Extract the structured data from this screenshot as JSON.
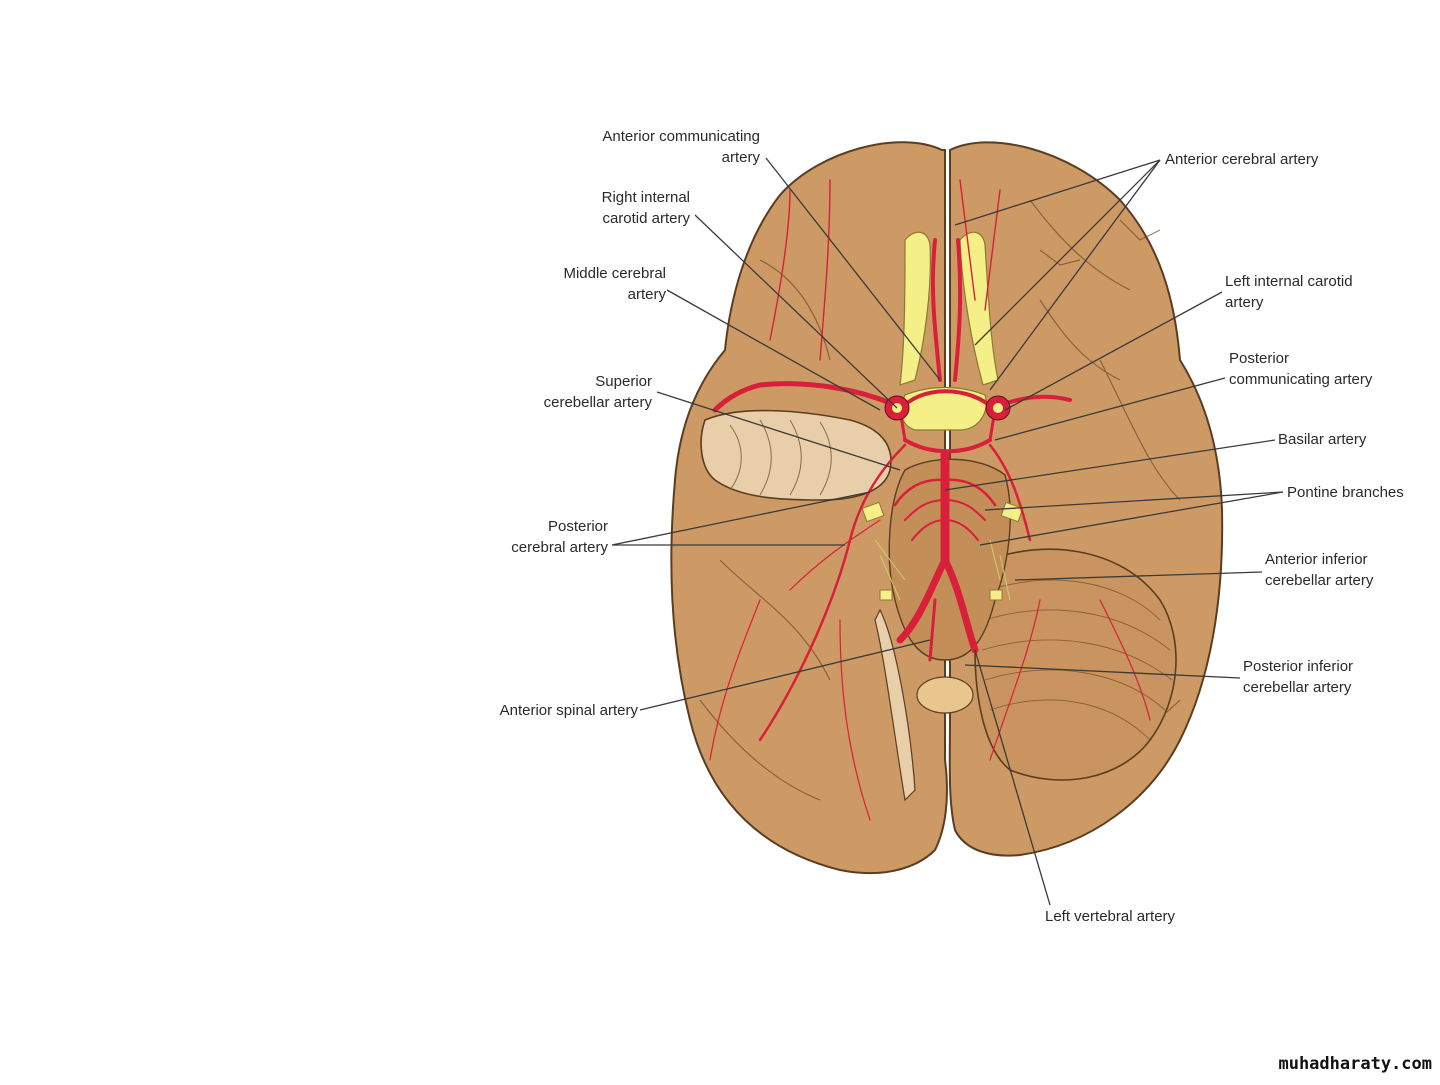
{
  "labels": {
    "anterior_communicating": [
      "Anterior communicating",
      "artery"
    ],
    "right_internal_carotid": [
      "Right internal",
      "carotid artery"
    ],
    "middle_cerebral": [
      "Middle cerebral",
      "artery"
    ],
    "superior_cerebellar": [
      "Superior",
      "cerebellar artery"
    ],
    "posterior_cerebral": [
      "Posterior",
      "cerebral artery"
    ],
    "anterior_spinal": [
      "Anterior spinal artery"
    ],
    "anterior_cerebral": [
      "Anterior cerebral artery"
    ],
    "left_internal_carotid": [
      "Left internal carotid",
      "artery"
    ],
    "posterior_communicating": [
      "Posterior",
      "communicating artery"
    ],
    "basilar": [
      "Basilar artery"
    ],
    "pontine_branches": [
      "Pontine branches"
    ],
    "anterior_inferior_cerebellar": [
      "Anterior inferior",
      "cerebellar artery"
    ],
    "posterior_inferior_cerebellar": [
      "Posterior inferior",
      "cerebellar artery"
    ],
    "left_vertebral": [
      "Left vertebral artery"
    ]
  },
  "watermark": "muhadharaty.com",
  "colors": {
    "brain": "#cd9a66",
    "brain_outline": "#5a3e22",
    "artery": "#d8203a",
    "nerve": "#f4ef86",
    "temporal_cut": "#e8cfaa",
    "leader": "#3a3a3a"
  }
}
